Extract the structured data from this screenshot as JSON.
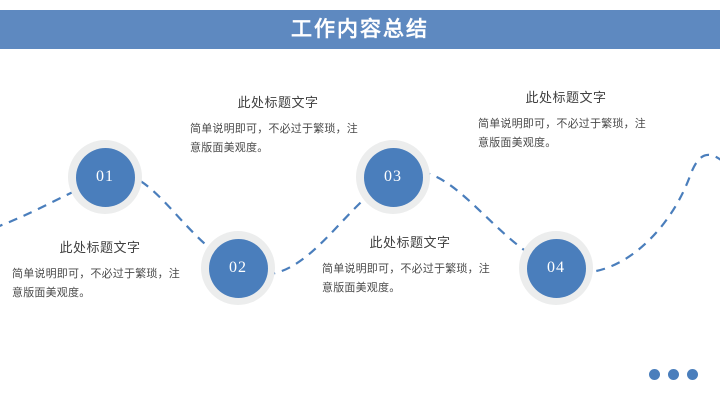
{
  "slide": {
    "title": "工作内容总结",
    "background_color": "#ffffff",
    "band_color": "#5e89c0",
    "accent_color": "#4a7ebc",
    "ring_color": "#eceded"
  },
  "steps": [
    {
      "number": "01",
      "heading": "此处标题文字",
      "body": "简单说明即可，不必过于繁琐，注意版面美观度。"
    },
    {
      "number": "02",
      "heading": "此处标题文字",
      "body": "简单说明即可，不必过于繁琐，注意版面美观度。"
    },
    {
      "number": "03",
      "heading": "此处标题文字",
      "body": "简单说明即可，不必过于繁琐，注意版面美观度。"
    },
    {
      "number": "04",
      "heading": "此处标题文字",
      "body": "简单说明即可，不必过于繁琐，注意版面美观度。"
    }
  ],
  "decoration": {
    "dots_count": 3,
    "dots_color": "#4a7ebc"
  }
}
